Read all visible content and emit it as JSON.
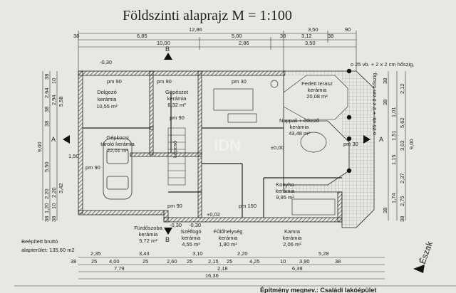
{
  "title": "Földszinti alaprajz M = 1:100",
  "dimensions_top": {
    "row1": [
      "12,86",
      "3,50",
      "90"
    ],
    "row2": [
      "38",
      "6,85",
      "5,00",
      "38",
      "3,12",
      "38"
    ],
    "row3": [
      "10,00",
      "2,86",
      "3,50"
    ]
  },
  "dimensions_left": [
    "38",
    "2,64",
    "38",
    "10",
    "2,94",
    "5,58",
    "38",
    "9,00",
    "2,20",
    "5,50",
    "1,50",
    "3,42",
    "2,20",
    "10",
    "1,20",
    "38",
    "38"
  ],
  "dimensions_right": [
    "38",
    "2,12",
    "38",
    "1,01",
    "9,00",
    "1,51",
    "3,03",
    "5,62",
    "1,15",
    "2,37",
    "1,74",
    "38",
    "2,75",
    "38"
  ],
  "dimensions_bottom": {
    "row1": [
      "2,35",
      "3,43",
      "3,10",
      "2,20",
      "5,28"
    ],
    "row2": [
      "38",
      "25",
      "4,00",
      "25",
      "2,60",
      "25",
      "2,15",
      "25",
      "4,25",
      "10",
      "3,90",
      "38"
    ],
    "row3": [
      "7,79",
      "2,18",
      "6,39"
    ],
    "row4": [
      "16,36"
    ]
  },
  "rooms": [
    {
      "name": "Dolgozó",
      "finish": "kerámia",
      "area": "10,55 m²"
    },
    {
      "name": "Gépészet",
      "finish": "kerámia",
      "area": "6,32 m²"
    },
    {
      "name": "Fedett terasz",
      "finish": "kerámia",
      "area": "20,08 m²"
    },
    {
      "name": "Nappali + étkező",
      "finish": "kerámia",
      "area": "43,48 m²"
    },
    {
      "name": "Gépkocsi",
      "finish": "tároló kerámia",
      "area": "22,01 m²"
    },
    {
      "name": "Konyha",
      "finish": "kerámia",
      "area": "9,95 m²"
    },
    {
      "name": "Fürdőszoba",
      "finish": "kerámia",
      "area": "5,72 m²"
    },
    {
      "name": "Szélfogó",
      "finish": "kerámia",
      "area": "4,55 m²"
    },
    {
      "name": "Fűtőhelység",
      "finish": "kerámia",
      "area": "1,90 m²"
    },
    {
      "name": "Kamra",
      "finish": "kerámia",
      "area": "2,06 m²"
    }
  ],
  "annotations": {
    "levels": [
      "-0,30",
      "±0,00",
      "-0,30",
      "+0,02",
      "-0,30"
    ],
    "pm_labels": [
      "pm 90",
      "pm 90",
      "pm 30",
      "pm 90",
      "pm 150",
      "pm 90",
      "pm 30",
      "pm 90"
    ],
    "section_marks": [
      "A",
      "A",
      "B",
      "B"
    ],
    "column_notes": [
      "o 25 vb. + 2 x 2 cm hőszig.",
      "o 25 vb. + 2 x 2 cm hőszig."
    ],
    "stair_label": "Lépcső",
    "watermark": "IDN",
    "beepitett_line1": "Beépített bruttó",
    "beepitett_line2": "alapterület: 135,60 m2",
    "north_label": "Észak",
    "footer": "Építmény megnev.: Családi lakóépület"
  },
  "colors": {
    "paper": "#e9e7e3",
    "ink": "#222222",
    "wall_hatch": "#444444",
    "tile": "#9a9a9a"
  }
}
